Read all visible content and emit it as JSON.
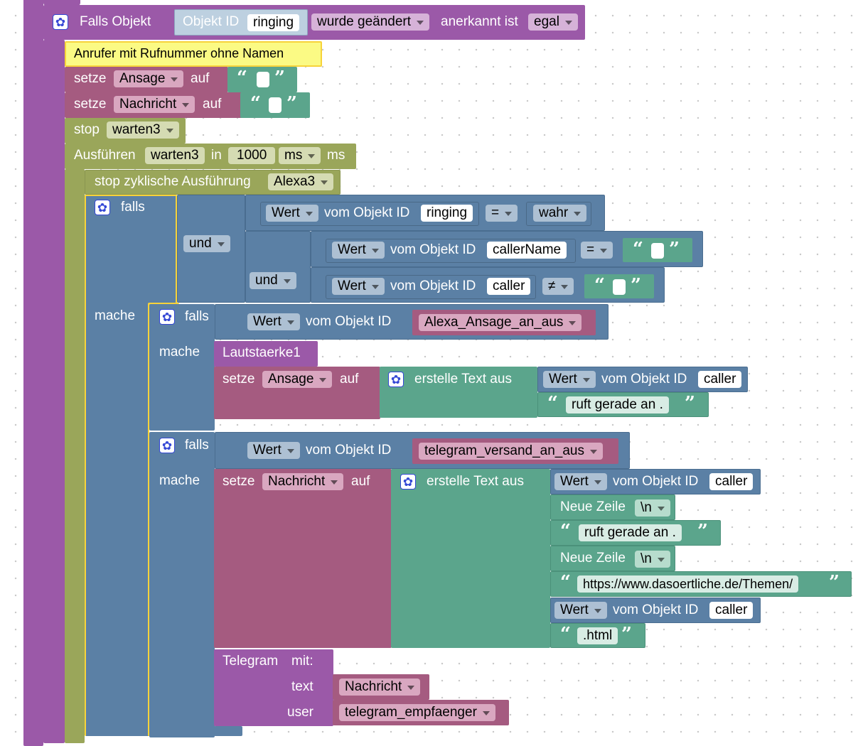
{
  "colors": {
    "event": "#9b59a8",
    "variable": "#a55b80",
    "timer": "#9aa65a",
    "logic": "#5b80a5",
    "text": "#5ba58c",
    "highlight": "#f7d33a",
    "comment": "#fbfa84"
  },
  "icons": [
    "gear-icon",
    "dropdown-arrow-icon",
    "quote-open-icon",
    "quote-close-icon"
  ],
  "event": {
    "label": "Falls Objekt",
    "oid_label": "Objekt ID",
    "oid": "ringing",
    "change": "wurde geändert",
    "ack_label": "anerkannt ist",
    "ack": "egal"
  },
  "comment": "Anrufer mit Rufnummer ohne Namen",
  "set1": {
    "label": "setze",
    "var": "Ansage",
    "to": "auf"
  },
  "set2": {
    "label": "setze",
    "var": "Nachricht",
    "to": "auf"
  },
  "stop": {
    "label": "stop",
    "timer": "warten3"
  },
  "timeout": {
    "label": "Ausführen",
    "timer": "warten3",
    "in": "in",
    "value": "1000",
    "unit_sel": "ms",
    "unit": "ms"
  },
  "stopcyclic": {
    "label": "stop zyklische Ausführung",
    "timer": "Alexa3"
  },
  "if1": {
    "falls": "falls",
    "mache": "mache",
    "and1": "und",
    "and2": "und",
    "c1": {
      "wert": "Wert",
      "vom": "vom Objekt ID",
      "oid": "ringing",
      "op": "=",
      "val": "wahr"
    },
    "c2": {
      "wert": "Wert",
      "vom": "vom Objekt ID",
      "oid": "callerName",
      "op": "="
    },
    "c3": {
      "wert": "Wert",
      "vom": "vom Objekt ID",
      "oid": "caller",
      "op": "≠"
    }
  },
  "if2": {
    "falls": "falls",
    "wert": "Wert",
    "vom": "vom Objekt ID",
    "oid": "Alexa_Ansage_an_aus",
    "mache": "mache",
    "proc": "Lautstaerke1",
    "set_label": "setze",
    "set_var": "Ansage",
    "set_to": "auf",
    "join": "erstelle Text aus",
    "j_wert": "Wert",
    "j_vom": "vom Objekt ID",
    "j_oid": "caller",
    "j_text": "ruft gerade an ."
  },
  "if3": {
    "falls": "falls",
    "wert": "Wert",
    "vom": "vom Objekt ID",
    "oid": "telegram_versand_an_aus",
    "mache": "mache",
    "set_label": "setze",
    "set_var": "Nachricht",
    "set_to": "auf",
    "join": "erstelle Text aus",
    "j1_wert": "Wert",
    "j1_vom": "vom Objekt ID",
    "j1_oid": "caller",
    "nl1_label": "Neue Zeile",
    "nl1_val": "\\n",
    "t1": "ruft gerade an .",
    "nl2_label": "Neue Zeile",
    "nl2_val": "\\n",
    "t2": "https://www.dasoertliche.de/Themen/",
    "j2_wert": "Wert",
    "j2_vom": "vom Objekt ID",
    "j2_oid": "caller",
    "t3": ".html"
  },
  "telegram": {
    "label": "Telegram",
    "mit": "mit:",
    "text_label": "text",
    "text_var": "Nachricht",
    "user_label": "user",
    "user_var": "telegram_empfaenger"
  }
}
